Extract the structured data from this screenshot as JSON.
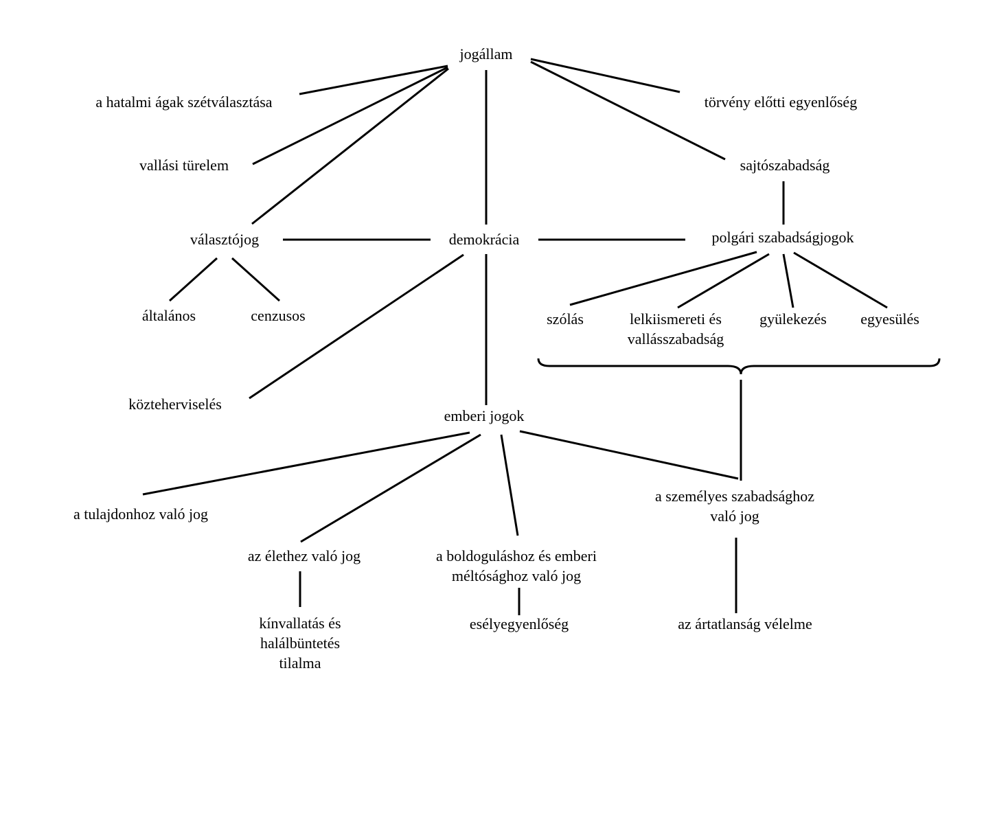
{
  "nodes": {
    "jogallam": "jogállam",
    "hatalmi_agak": "a hatalmi ágak szétválasztása",
    "torveny_elotti": "törvény előtti egyenlőség",
    "vallasi_turelem": "vallási türelem",
    "sajtoszabadsag": "sajtószabadság",
    "valasztojog": "választójog",
    "demokracia": "demokrácia",
    "polgari_szabadsagjogok": "polgári szabadságjogok",
    "altalanos": "általános",
    "cenzusos": "cenzusos",
    "szolas": "szólás",
    "lelkiismereti": "lelkiismereti és\nvallásszabadság",
    "gyulekezes": "gyülekezés",
    "egyesules": "egyesülés",
    "kozteherviseles": "közteherviselés",
    "emberi_jogok": "emberi jogok",
    "tulajdonhoz": "a tulajdonhoz való jog",
    "szemelyes_szabadsaghoz": "a személyes szabadsághoz\nvaló jog",
    "elethez": "az élethez való jog",
    "boldogulashoz": "a boldoguláshoz és emberi\nméltósághoz való jog",
    "kinvallatas": "kínvallatás és\nhalálbüntetés\ntilalma",
    "eselyegyenloseg": "esélyegyenlőség",
    "artatlansag": "az ártatlanság vélelme"
  },
  "colors": {
    "line": "#000000",
    "text": "#000000",
    "background": "#ffffff"
  }
}
